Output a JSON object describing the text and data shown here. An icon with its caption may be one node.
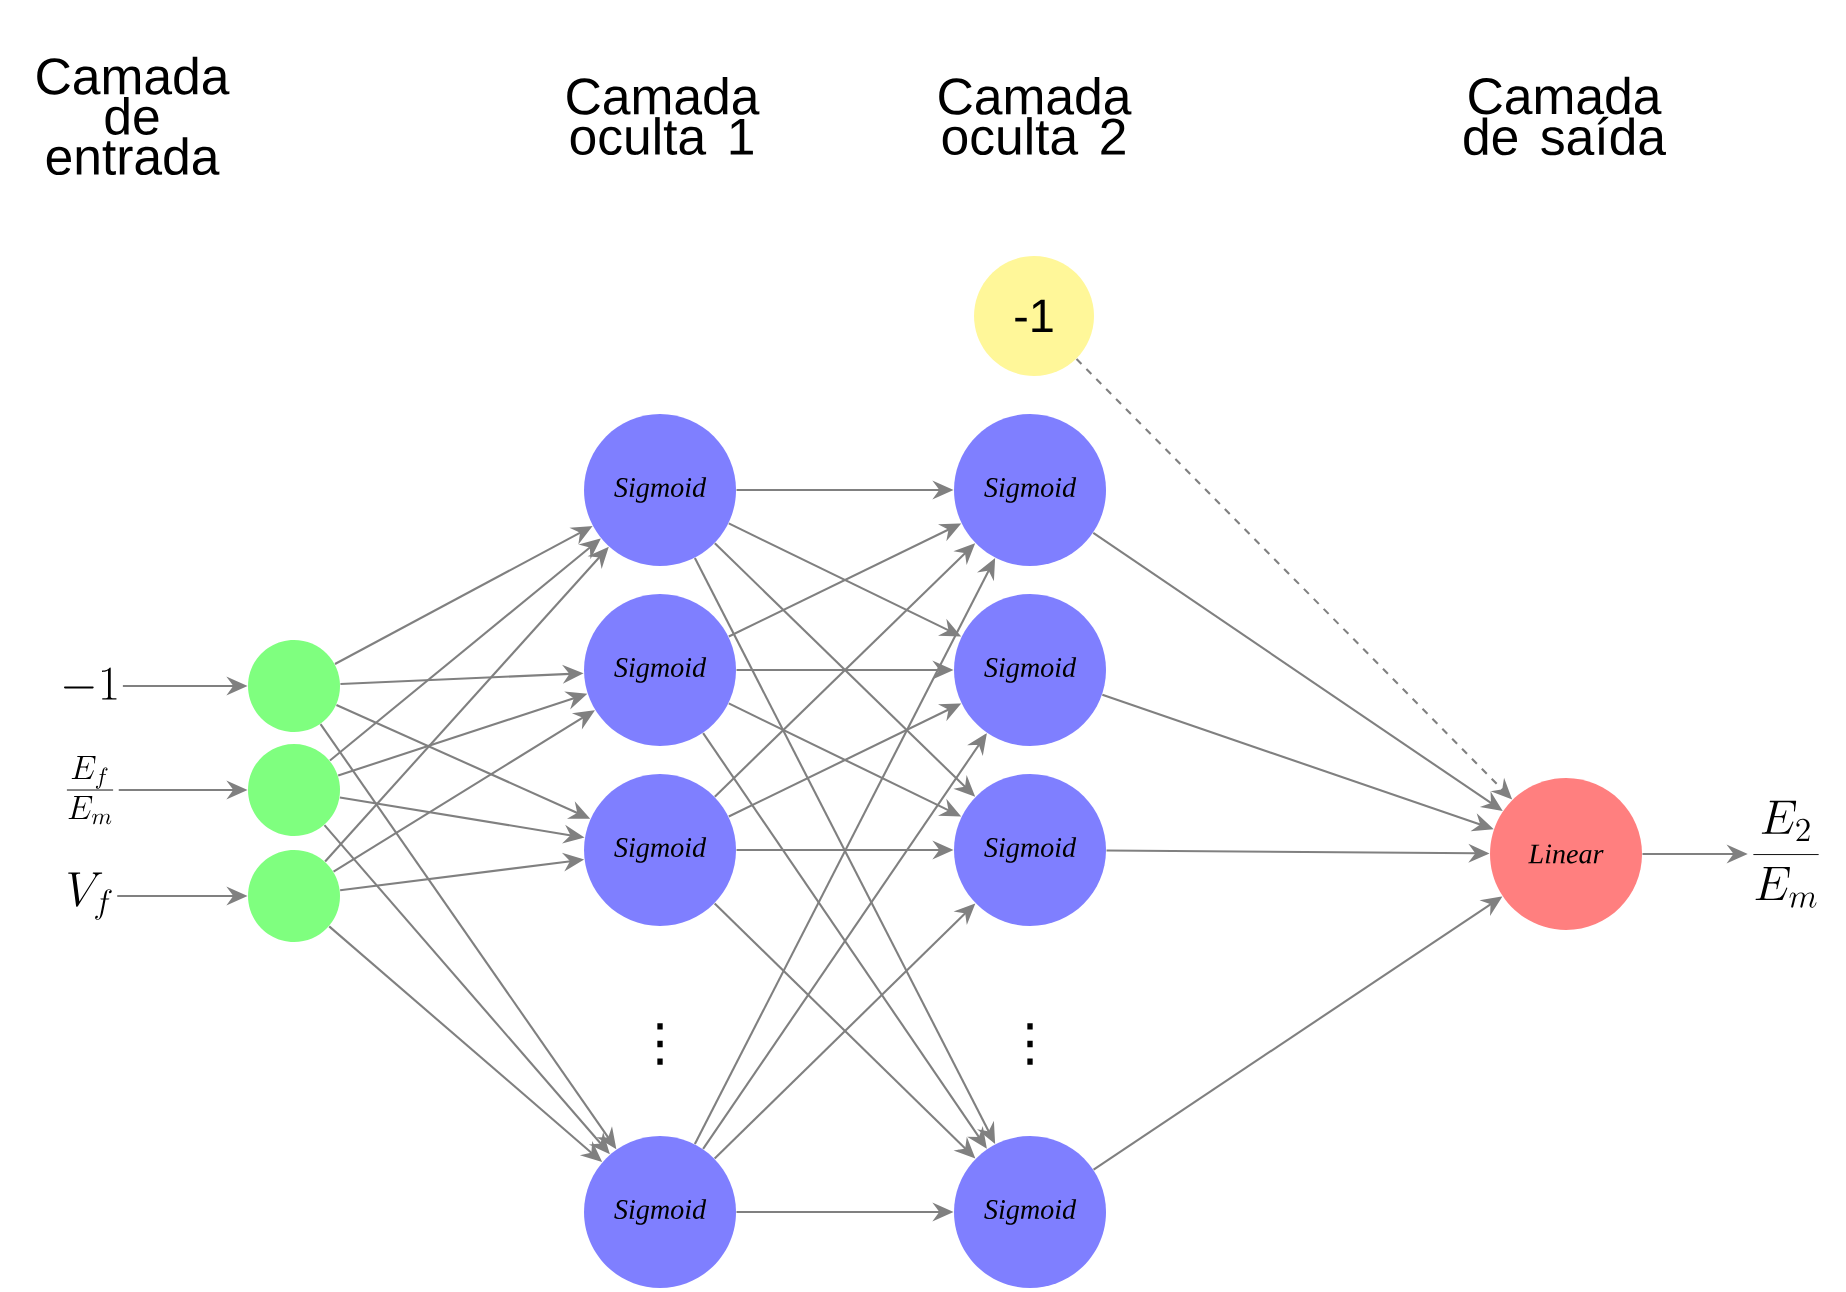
{
  "diagram": {
    "nodes": [
      {
        "text": [
          "-1"
        ]
      },
      {
        "text": [
          "\\frac{E_f}{E_m}"
        ]
      },
      {
        "text": [
          "V_f"
        ]
      },
      {
        "text": [],
        "shape": "circle"
      },
      {
        "text": [],
        "shape": "circle"
      },
      {
        "text": [],
        "shape": "circle"
      },
      {
        "text": [
          "Sigmoid"
        ]
      },
      {
        "text": [
          "Sigmoid"
        ]
      },
      {
        "text": [
          "Sigmoid"
        ]
      },
      {
        "text": [
          "Sigmoid"
        ]
      },
      {
        "text": [
          "-1"
        ]
      },
      {
        "text": [
          "Sigmoid"
        ]
      },
      {
        "text": [
          "Sigmoid"
        ]
      },
      {
        "text": [
          "Sigmoid"
        ]
      },
      {
        "text": [
          "Sigmoid"
        ]
      },
      {
        "text": [
          "Linear"
        ]
      },
      {
        "text": [
          "\\frac{E_2}{E_m}"
        ]
      }
    ],
    "edges": [
      {
        "from": 0,
        "to": 3,
        "arrow": "to"
      },
      {
        "from": 1,
        "to": 4,
        "arrow": "to"
      },
      {
        "from": 2,
        "to": 5,
        "arrow": "to"
      },
      {
        "from": 3,
        "to": 6,
        "arrow": "to"
      },
      {
        "from": 3,
        "to": 7,
        "arrow": "to"
      },
      {
        "from": 3,
        "to": 8,
        "arrow": "to"
      },
      {
        "from": 3,
        "to": 9,
        "arrow": "to"
      },
      {
        "from": 4,
        "to": 6,
        "arrow": "to"
      },
      {
        "from": 4,
        "to": 7,
        "arrow": "to"
      },
      {
        "from": 4,
        "to": 8,
        "arrow": "to"
      },
      {
        "from": 4,
        "to": 9,
        "arrow": "to"
      },
      {
        "from": 5,
        "to": 6,
        "arrow": "to"
      },
      {
        "from": 5,
        "to": 7,
        "arrow": "to"
      },
      {
        "from": 5,
        "to": 8,
        "arrow": "to"
      },
      {
        "from": 5,
        "to": 9,
        "arrow": "to"
      },
      {
        "from": 6,
        "to": 11,
        "arrow": "to"
      },
      {
        "from": 6,
        "to": 12,
        "arrow": "to"
      },
      {
        "from": 6,
        "to": 13,
        "arrow": "to"
      },
      {
        "from": 6,
        "to": 14,
        "arrow": "to"
      },
      {
        "from": 7,
        "to": 11,
        "arrow": "to"
      },
      {
        "from": 7,
        "to": 12,
        "arrow": "to"
      },
      {
        "from": 7,
        "to": 13,
        "arrow": "to"
      },
      {
        "from": 7,
        "to": 14,
        "arrow": "to"
      },
      {
        "from": 8,
        "to": 11,
        "arrow": "to"
      },
      {
        "from": 8,
        "to": 12,
        "arrow": "to"
      },
      {
        "from": 8,
        "to": 13,
        "arrow": "to"
      },
      {
        "from": 8,
        "to": 14,
        "arrow": "to"
      },
      {
        "from": 9,
        "to": 11,
        "arrow": "to"
      },
      {
        "from": 9,
        "to": 12,
        "arrow": "to"
      },
      {
        "from": 9,
        "to": 13,
        "arrow": "to"
      },
      {
        "from": 9,
        "to": 14,
        "arrow": "to"
      },
      {
        "from": 10,
        "to": 15,
        "arrow": "to",
        "style": "dashed"
      },
      {
        "from": 11,
        "to": 15,
        "arrow": "to"
      },
      {
        "from": 12,
        "to": 15,
        "arrow": "to"
      },
      {
        "from": 13,
        "to": 15,
        "arrow": "to"
      },
      {
        "from": 14,
        "to": 15,
        "arrow": "to"
      },
      {
        "from": 15,
        "to": 16,
        "arrow": "to"
      }
    ],
    "labels": [
      "Camada de entrada",
      "Camada oculta 1",
      "Camada oculta 2",
      "Camada de saída",
      "⋮",
      "⋮"
    ]
  }
}
